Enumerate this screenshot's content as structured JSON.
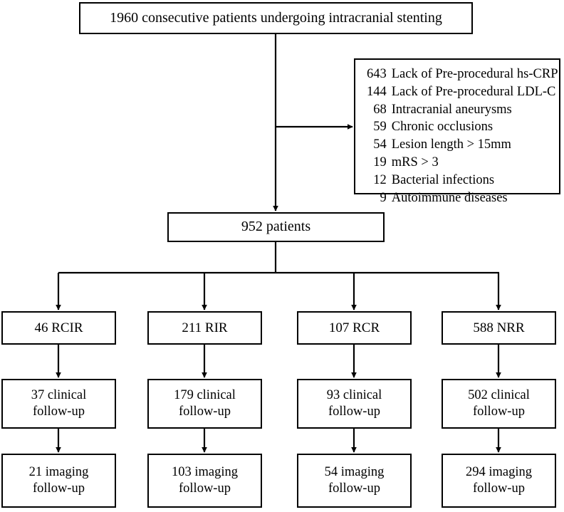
{
  "diagram": {
    "title": "Patient enrollment and follow-up flow diagram",
    "line_color": "#000000",
    "box_border_color": "#000000",
    "background_color": "#ffffff"
  },
  "enrolled": {
    "text": "1960 consecutive patients undergoing intracranial stenting"
  },
  "exclusions": {
    "items": [
      {
        "count": "643",
        "label": "Lack of Pre-procedural hs-CRP"
      },
      {
        "count": "144",
        "label": "Lack of Pre-procedural LDL-C"
      },
      {
        "count": "68",
        "label": "Intracranial aneurysms"
      },
      {
        "count": "59",
        "label": "Chronic occlusions"
      },
      {
        "count": "54",
        "label": "Lesion length > 15mm"
      },
      {
        "count": "19",
        "label": "mRS > 3"
      },
      {
        "count": "12",
        "label": "Bacterial infections"
      },
      {
        "count": "9",
        "label": "Autoimmune diseases"
      }
    ]
  },
  "eligible": {
    "text": "952 patients"
  },
  "columns": [
    {
      "group": "46 RCIR",
      "clinical": "37 clinical\nfollow-up",
      "imaging": "21 imaging\nfollow-up"
    },
    {
      "group": "211 RIR",
      "clinical": "179 clinical\nfollow-up",
      "imaging": "103 imaging\nfollow-up"
    },
    {
      "group": "107 RCR",
      "clinical": "93 clinical\nfollow-up",
      "imaging": "54 imaging\nfollow-up"
    },
    {
      "group": "588 NRR",
      "clinical": "502 clinical\nfollow-up",
      "imaging": "294 imaging\nfollow-up"
    }
  ]
}
